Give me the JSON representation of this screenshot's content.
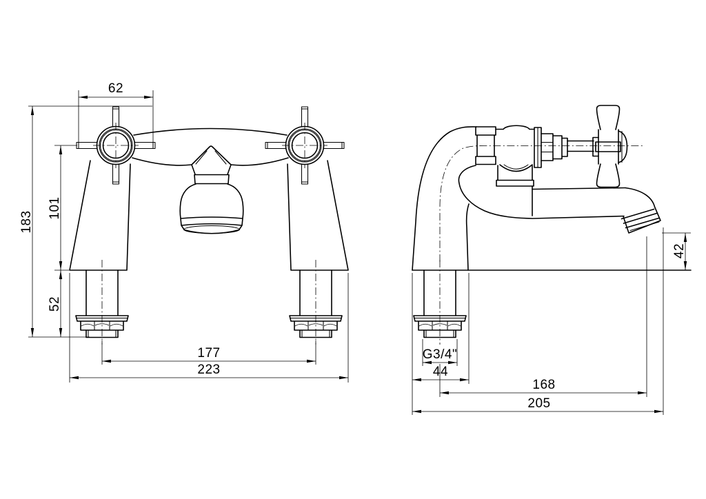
{
  "colors": {
    "line": "#000000",
    "background": "#ffffff"
  },
  "dims": {
    "front": {
      "handle_width": "62",
      "overall_height": "183",
      "handle_centre_to_deck": "101",
      "tail_length": "52",
      "inlet_centres": "177",
      "overall_width": "223"
    },
    "side": {
      "spout_to_deck": "42",
      "inlet_thread": "G3/4\"",
      "body_depth": "44",
      "reach_to_spout": "168",
      "overall_depth": "205"
    }
  }
}
